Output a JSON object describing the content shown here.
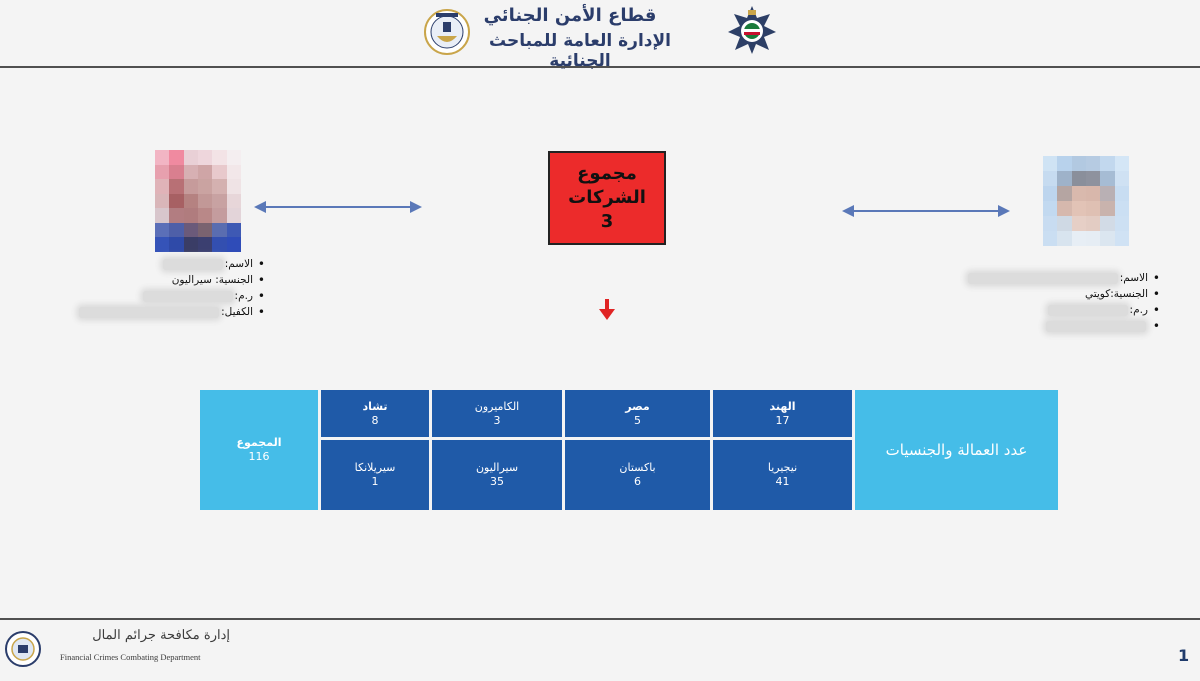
{
  "header": {
    "org_line1": "قطاع الأمن الجنائي",
    "org_line2": "الإدارة العامة للمباحث الجنائية"
  },
  "left_person": {
    "fields": [
      {
        "label": "الاسم:",
        "value": ""
      },
      {
        "label": "الجنسية: سيراليون",
        "value": ""
      },
      {
        "label": "ر.م:",
        "value": ""
      },
      {
        "label": "الكفيل:",
        "value": ""
      }
    ]
  },
  "right_person": {
    "fields": [
      {
        "label": "الاسم:",
        "value": ""
      },
      {
        "label": "الجنسية:كويتي",
        "value": ""
      },
      {
        "label": "ر.م:",
        "value": ""
      },
      {
        "label": "",
        "value": ""
      }
    ]
  },
  "total_box": {
    "line1": "مجموع",
    "line2": "الشركات",
    "count": "3"
  },
  "table": {
    "header_label": "عدد العمالة والجنسيات",
    "total_label": "المجموع",
    "total_value": "116",
    "rows": [
      [
        {
          "country": "الهند",
          "count": "17"
        },
        {
          "country": "مصر",
          "count": "5"
        },
        {
          "country": "الكاميرون",
          "count": "3"
        },
        {
          "country": "تشاد",
          "count": "8"
        }
      ],
      [
        {
          "country": "نيجيريا",
          "count": "41"
        },
        {
          "country": "باكستان",
          "count": "6"
        },
        {
          "country": "سيراليون",
          "count": "35"
        },
        {
          "country": "سيريلانكا",
          "count": "1"
        }
      ]
    ]
  },
  "footer": {
    "dept_ar": "إدارة مكافحة جرائم المال",
    "dept_en": "Financial Crimes Combating Department",
    "page_number": "1"
  },
  "colors": {
    "dark_cell": "#1f5aa8",
    "light_cell": "#45bde8",
    "total_box": "#ec2b2b",
    "arrow": "#5a78b8"
  }
}
